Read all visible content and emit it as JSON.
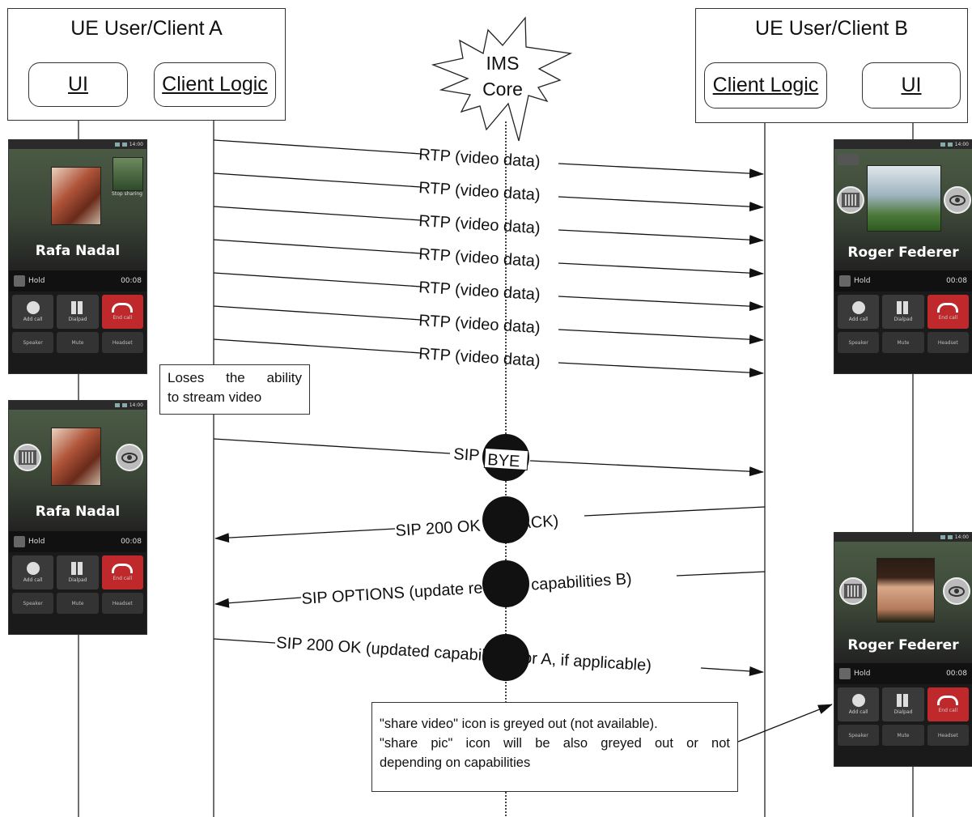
{
  "client_a": {
    "title": "UE User/Client A",
    "ui_label": "UI",
    "logic_label": "Client Logic"
  },
  "client_b": {
    "title": "UE User/Client B",
    "ui_label": "UI",
    "logic_label": "Client Logic"
  },
  "ims_core": {
    "line1": "IMS",
    "line2": "Core"
  },
  "messages": {
    "rtp": "RTP (video data)",
    "sip_bye_prefix": "SIP",
    "sip_bye_word": "BYE",
    "sip_ok_bye": "SIP 200 OK (bye ACK)",
    "sip_options": "SIP OPTIONS (update request, capabilities B)",
    "sip_ok_caps": "SIP 200 OK (updated capabilities for A, if applicable)"
  },
  "notes": {
    "loses_line1": "Loses the ability",
    "loses_line2": "to stream video",
    "share_line1": "\"share video\" icon is greyed out (not available).",
    "share_line2": "\"share pic\" icon will be also greyed out or not",
    "share_line3": "depending on capabilities"
  },
  "phones": {
    "caller_a_name": "Rafa Nadal",
    "caller_b_name": "Roger Federer",
    "hold": "Hold",
    "time": "00:08",
    "clock": "14:00",
    "add_call": "Add call",
    "dialpad": "Dialpad",
    "end_call": "End call",
    "speaker": "Speaker",
    "mute": "Mute",
    "headset": "Headset",
    "stop_sharing": "Stop sharing"
  },
  "colors": {
    "end_call_red": "#c0292b",
    "phone_bg": "#1a1a1a",
    "line": "#222222"
  }
}
